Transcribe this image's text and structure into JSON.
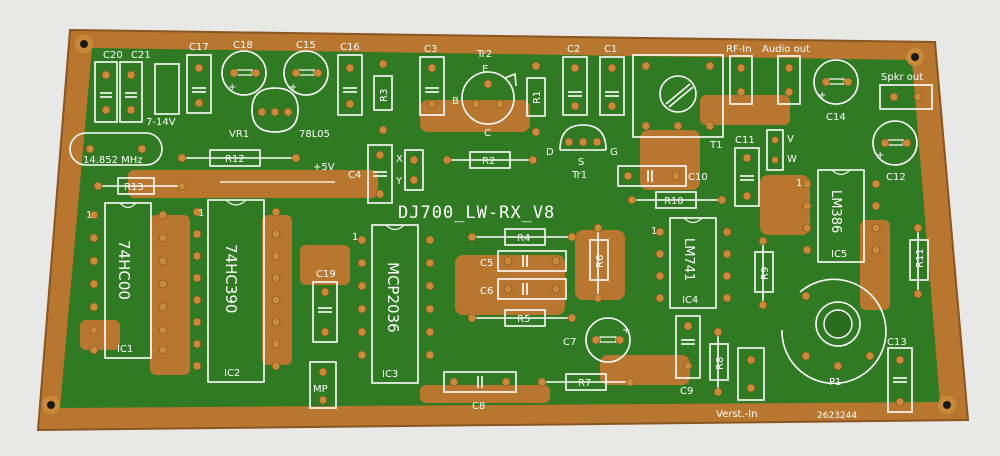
{
  "board": {
    "title": "DJ700_LW-RX_V8",
    "serial": "2623244",
    "colors": {
      "substrate": "#b8762e",
      "copper": "#2f7a22",
      "copper_dark": "#23601a",
      "silk": "#ffffff",
      "background": "#e8e8e6"
    }
  },
  "labels": {
    "c20": "C20",
    "c21": "C21",
    "c17": "C17",
    "c18": "C18",
    "c15": "C15",
    "c16": "C16",
    "c3": "C3",
    "tr2": "Tr2",
    "e": "E",
    "b": "B",
    "c": "C",
    "c2": "C2",
    "c1": "C1",
    "rfin": "RF-In",
    "audioout": "Audio out",
    "spkrout": "Spkr out",
    "c14": "C14",
    "c12": "C12",
    "v714": "7-14V",
    "vr1": "VR1",
    "l7805": "78L05",
    "r3": "R3",
    "r1": "R1",
    "t1": "T1",
    "c11": "C11",
    "v": "V",
    "w": "W",
    "crystal": "14.852 MHz",
    "r12": "R12",
    "v5": "+5V",
    "c4": "C4",
    "x": "X",
    "y": "Y",
    "r2": "R2",
    "d": "D",
    "s": "S",
    "g": "G",
    "tr1": "Tr1",
    "c10": "C10",
    "r13": "R13",
    "r10": "R10",
    "one": "1",
    "ic1": "74HC00",
    "ic1ref": "IC1",
    "ic2": "74HC390",
    "ic2ref": "IC2",
    "ic3": "MCP2036",
    "ic3ref": "IC3",
    "ic4": "LM741",
    "ic4ref": "IC4",
    "ic5": "LM386",
    "ic5ref": "IC5",
    "r4": "R4",
    "c5": "C5",
    "c6": "C6",
    "r5": "R5",
    "r6": "R6",
    "r9": "R9",
    "r11": "R11",
    "c19": "C19",
    "mp": "MP",
    "c7": "C7",
    "c8": "C8",
    "r7": "R7",
    "c9": "C9",
    "r8": "R8",
    "verst": "Verst.-In",
    "p1": "P1",
    "c13": "C13"
  }
}
